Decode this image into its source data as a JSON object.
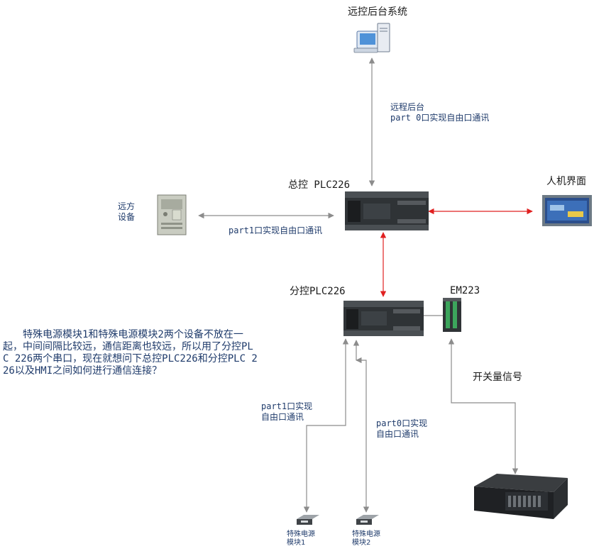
{
  "nodes": {
    "remote_system": "远控后台系统",
    "main_plc": "总控 PLC226",
    "hmi": "人机界面",
    "remote_device": "远方\n设备",
    "sub_plc": "分控PLC226",
    "em223": "EM223",
    "module1": "特殊电源\n模块1",
    "module2": "特殊电源\n模块2"
  },
  "links": {
    "remote_backend": "远程后台\npart 0口实现自由口通讯",
    "device_link": "part1口实现自由口通讯",
    "switch_signal": "开关量信号",
    "part1_module": "part1口实现\n自由口通讯",
    "part0_module": "part0口实现\n自由口通讯"
  },
  "description": "　　特殊电源模块1和特殊电源模块2两个设备不放在一起，中间间隔比较远，通信距离也较远，所以用了分控PLC 226两个串口，现在就想问下总控PLC226和分控PLC 226以及HMI之间如何进行通信连接？",
  "colors": {
    "grey_link": "#8c8c8c",
    "red_link": "#e02020",
    "text_blue": "#1f3b6b"
  }
}
